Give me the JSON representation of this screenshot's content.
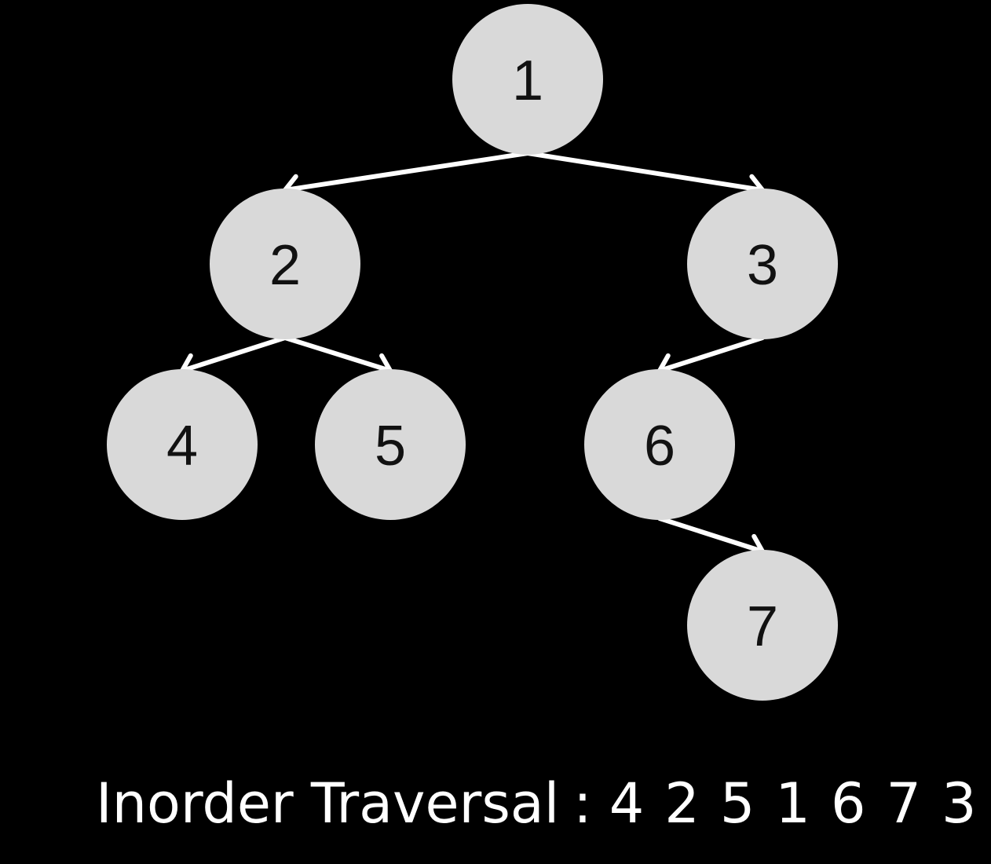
{
  "diagram": {
    "type": "binary-tree",
    "node_fill": "#d9d9d9",
    "edge_color": "#ffffff",
    "background": "#000000",
    "nodes": [
      {
        "id": "1",
        "label": "1"
      },
      {
        "id": "2",
        "label": "2"
      },
      {
        "id": "3",
        "label": "3"
      },
      {
        "id": "4",
        "label": "4"
      },
      {
        "id": "5",
        "label": "5"
      },
      {
        "id": "6",
        "label": "6"
      },
      {
        "id": "7",
        "label": "7"
      }
    ],
    "edges": [
      {
        "from": "1",
        "to": "2"
      },
      {
        "from": "1",
        "to": "3"
      },
      {
        "from": "2",
        "to": "4"
      },
      {
        "from": "2",
        "to": "5"
      },
      {
        "from": "3",
        "to": "6"
      },
      {
        "from": "6",
        "to": "7"
      }
    ]
  },
  "caption": {
    "title": "Inorder Traversal",
    "separator": ":",
    "sequence": [
      "4",
      "2",
      "5",
      "1",
      "6",
      "7",
      "3"
    ]
  }
}
